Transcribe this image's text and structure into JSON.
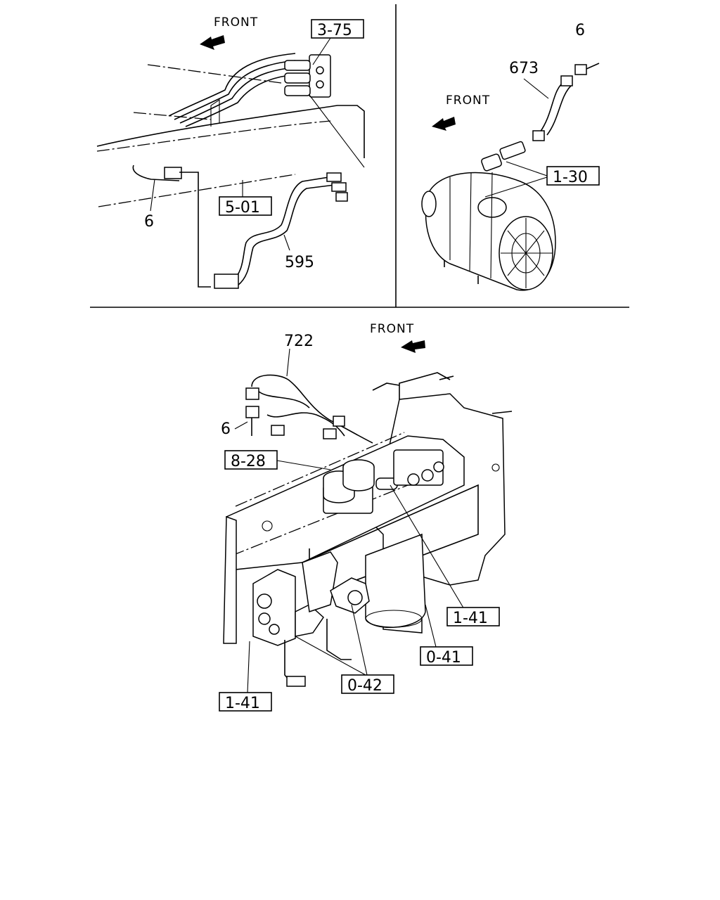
{
  "callouts": {
    "tl_front": "FRONT",
    "tl_box_3_75": "3-75",
    "tl_box_5_01": "5-01",
    "tl_num_6": "6",
    "tl_num_595": "595",
    "tr_num_6": "6",
    "tr_num_673": "673",
    "tr_front": "FRONT",
    "tr_box_1_30": "1-30",
    "b_front": "FRONT",
    "b_num_722": "722",
    "b_num_6": "6",
    "b_box_8_28": "8-28",
    "b_box_1_41_right": "1-41",
    "b_box_0_41": "0-41",
    "b_box_0_42": "0-42",
    "b_box_1_41_left": "1-41"
  }
}
